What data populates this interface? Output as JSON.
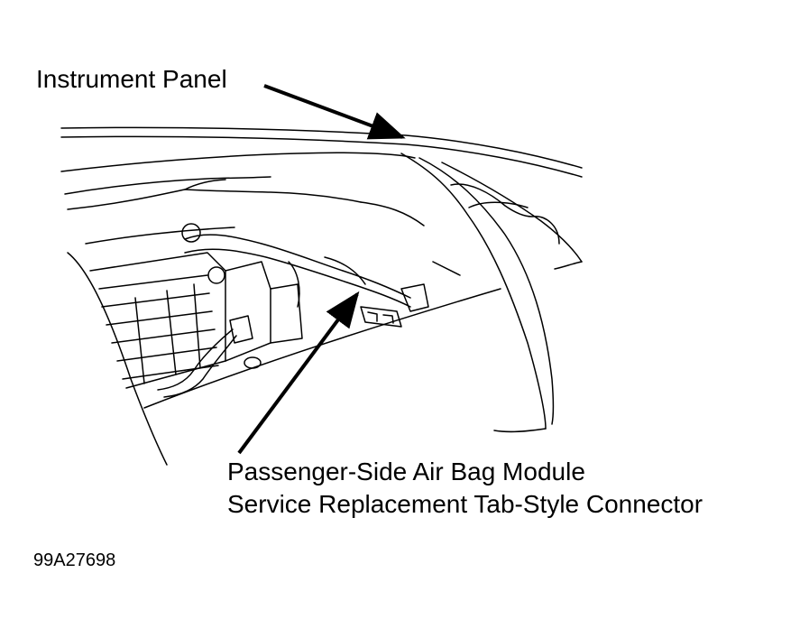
{
  "callouts": {
    "instrument_panel": "Instrument Panel",
    "connector_line1": "Passenger-Side Air Bag Module",
    "connector_line2": "Service Replacement Tab-Style Connector"
  },
  "figure_id": "99A27698",
  "colors": {
    "ink": "#000000",
    "paper": "#ffffff"
  }
}
